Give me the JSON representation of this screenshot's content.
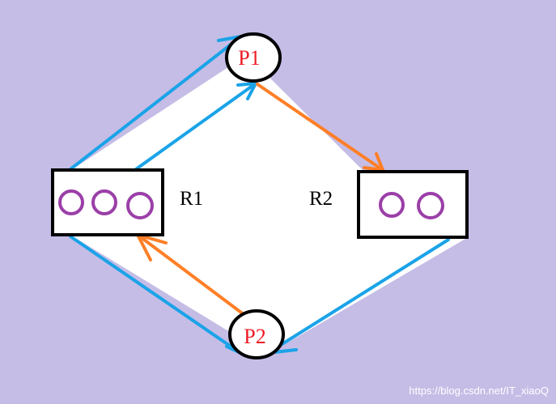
{
  "colors": {
    "background": "#c5bde6",
    "region_fill": "#ffffff",
    "request_edge": "#1aa3e8",
    "allocation_edge": "#ff7f27",
    "instance": "#9b3fa8",
    "outline": "#000000",
    "process_text": "#ed1c24",
    "watermark": "#ffffff"
  },
  "processes": [
    {
      "id": "P1",
      "label": "P1"
    },
    {
      "id": "P2",
      "label": "P2"
    }
  ],
  "resources": [
    {
      "id": "R1",
      "label": "R1",
      "instances": 3
    },
    {
      "id": "R2",
      "label": "R2",
      "instances": 2
    }
  ],
  "edges": [
    {
      "from": "R1",
      "to": "P1",
      "kind": "request"
    },
    {
      "from": "R1",
      "to": "P1",
      "kind": "request"
    },
    {
      "from": "P1",
      "to": "R2",
      "kind": "allocation"
    },
    {
      "from": "R2",
      "to": "P2",
      "kind": "request"
    },
    {
      "from": "R1",
      "to": "P2",
      "kind": "request"
    },
    {
      "from": "P2",
      "to": "R1",
      "kind": "allocation"
    }
  ],
  "watermark": "https://blog.csdn.net/IT_xiaoQ"
}
